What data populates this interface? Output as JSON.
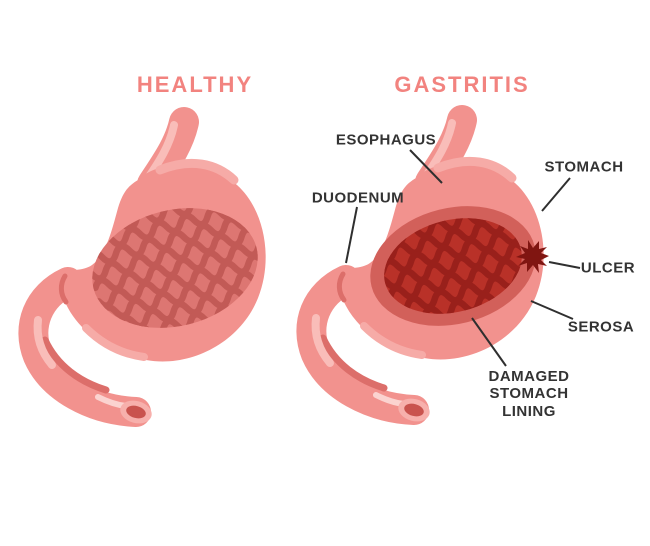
{
  "diagram": {
    "titles": {
      "left": "HEALTHY",
      "right": "GASTRITIS"
    },
    "callouts": {
      "esophagus": "ESOPHAGUS",
      "duodenum": "DUODENUM",
      "stomach": "STOMACH",
      "ulcer": "ULCER",
      "serosa": "SEROSA",
      "damaged_lining": "DAMAGED\nSTOMACH\nLINING"
    },
    "colors": {
      "background": "#FFFFFF",
      "title_pink": "#F2837F",
      "label_text": "#333333",
      "leader_line": "#2F2F2F",
      "organ_salmon": "#F2928E",
      "organ_highlight": "#F9BDB9",
      "organ_specular": "#FBD3D0",
      "organ_shadow": "#DC6E6A",
      "healthy_lining": "#DD7672",
      "healthy_lining_texture": "#C25A56",
      "inflamed_wall_ring": "#D2605A",
      "inflamed_lining": "#B93128",
      "inflamed_lining_texture": "#99201B",
      "ulcer_dark_red": "#801511",
      "duodenum_opening_rim": "#F7B0AC",
      "duodenum_opening_lumen": "#C9534E"
    }
  }
}
